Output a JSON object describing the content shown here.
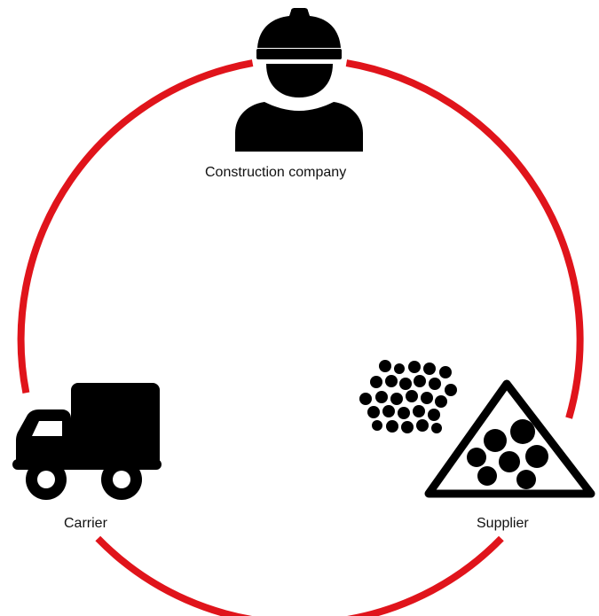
{
  "colors": {
    "ring": "#e0141b",
    "icon": "#000000",
    "text": "#111111"
  },
  "nodes": [
    {
      "id": "construction-company",
      "label": "Construction company",
      "icon": "worker-hard-hat-icon"
    },
    {
      "id": "carrier",
      "label": "Carrier",
      "icon": "delivery-truck-icon"
    },
    {
      "id": "supplier",
      "label": "Supplier",
      "icon": "aggregate-gravel-icon"
    }
  ]
}
